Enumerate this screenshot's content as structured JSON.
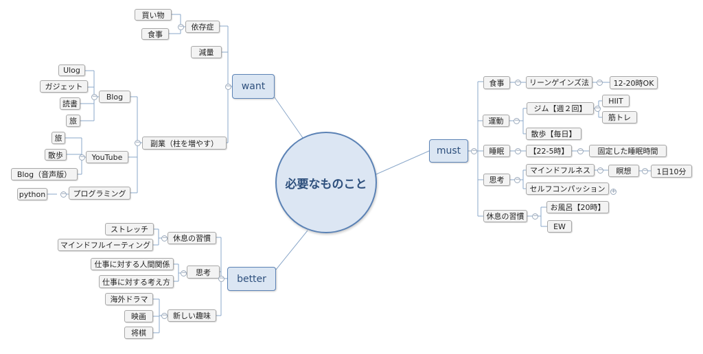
{
  "center": "必要なものこと",
  "branches": {
    "want": "want",
    "must": "must",
    "better": "better"
  },
  "want": {
    "izonsho": "依存症",
    "kaimono": "買い物",
    "shokuji": "食事",
    "genryo": "減量",
    "fukugyo": "副業（柱を増やす）",
    "blog": "Blog",
    "ulog": "Ulog",
    "gadget": "ガジェット",
    "dokusho": "読書",
    "tabi": "旅",
    "youtube": "YouTube",
    "yt_tabi": "旅",
    "yt_sanpo": "散歩",
    "yt_blog": "Blog（音声版）",
    "programming": "プログラミング",
    "python": "python"
  },
  "must": {
    "shokuji": "食事",
    "lean": "リーンゲインズ法",
    "lean_time": "12-20時OK",
    "undo": "運動",
    "gym": "ジム【週２回】",
    "hiit": "HIIT",
    "kintore": "筋トレ",
    "sanpo": "散歩【毎日】",
    "suimin": "睡眠",
    "sleep_time": "【22-5時】",
    "kotei": "固定した睡眠時間",
    "shiko": "思考",
    "mindfulness": "マインドフルネス",
    "meiso": "瞑想",
    "meiso_time": "1日10分",
    "self_comp": "セルフコンパッション",
    "kyusoku": "休息の習慣",
    "ofuro": "お風呂【20時】",
    "ew": "EW"
  },
  "better": {
    "kyusoku": "休息の習慣",
    "stretch": "ストレッチ",
    "mindful_eating": "マインドフルイーティング",
    "shiko": "思考",
    "ningen": "仕事に対する人間関係",
    "kangae": "仕事に対する考え方",
    "shumi": "新しい趣味",
    "drama": "海外ドラマ",
    "eiga": "映画",
    "shogi": "将棋"
  },
  "colors": {
    "main_fill": "#dbe6f3",
    "main_border": "#5b82b5",
    "line": "#8aa7c9",
    "sub_fill": "#f3f3f3",
    "sub_border": "#a7a7a7"
  }
}
